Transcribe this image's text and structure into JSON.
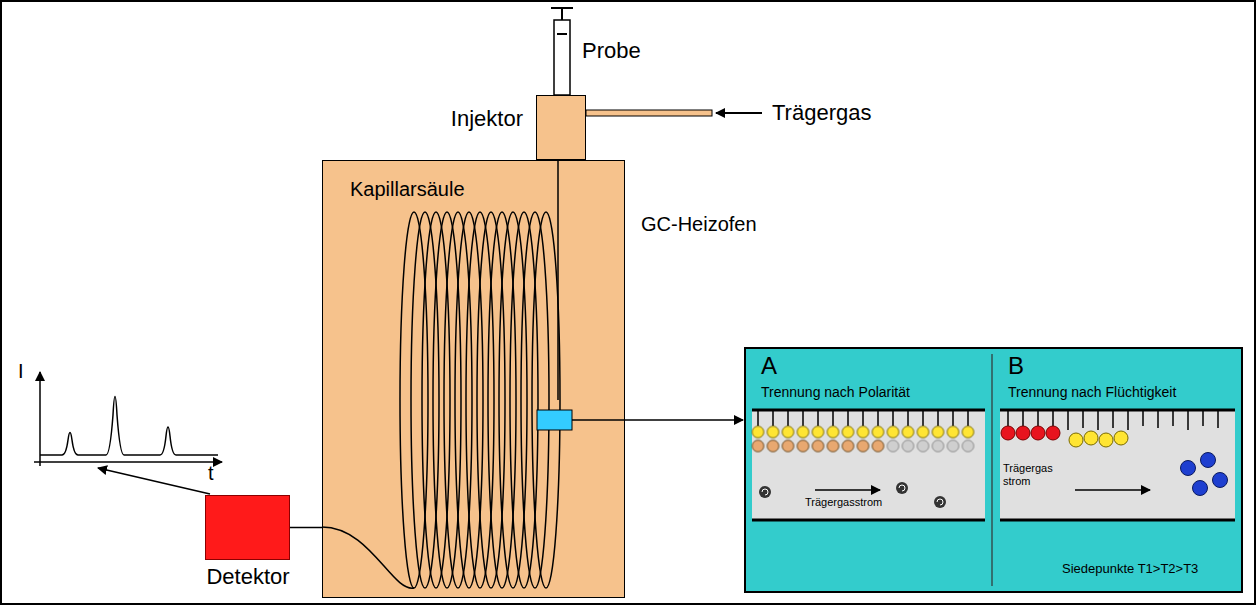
{
  "diagram": {
    "nodes": [
      {
        "text": [
          "Injektor"
        ]
      },
      {
        "text": [
          "GC-Heizofen"
        ]
      },
      {
        "text": [
          "Detektor"
        ]
      },
      {
        "text": [
          "A",
          "Trennung nach Polarität"
        ]
      },
      {
        "text": [
          "B",
          "Trennung nach Flüchtigkeit",
          "Siedepunkte T1>T2>T3"
        ]
      }
    ],
    "edges": [
      {
        "from": 1,
        "to": 2,
        "arrow": "none"
      }
    ],
    "labels": [
      "Probe",
      "Trägergas",
      "Kapillarsäule",
      "I",
      "t",
      "Trägergasstrom",
      "Trägergas strom"
    ]
  }
}
